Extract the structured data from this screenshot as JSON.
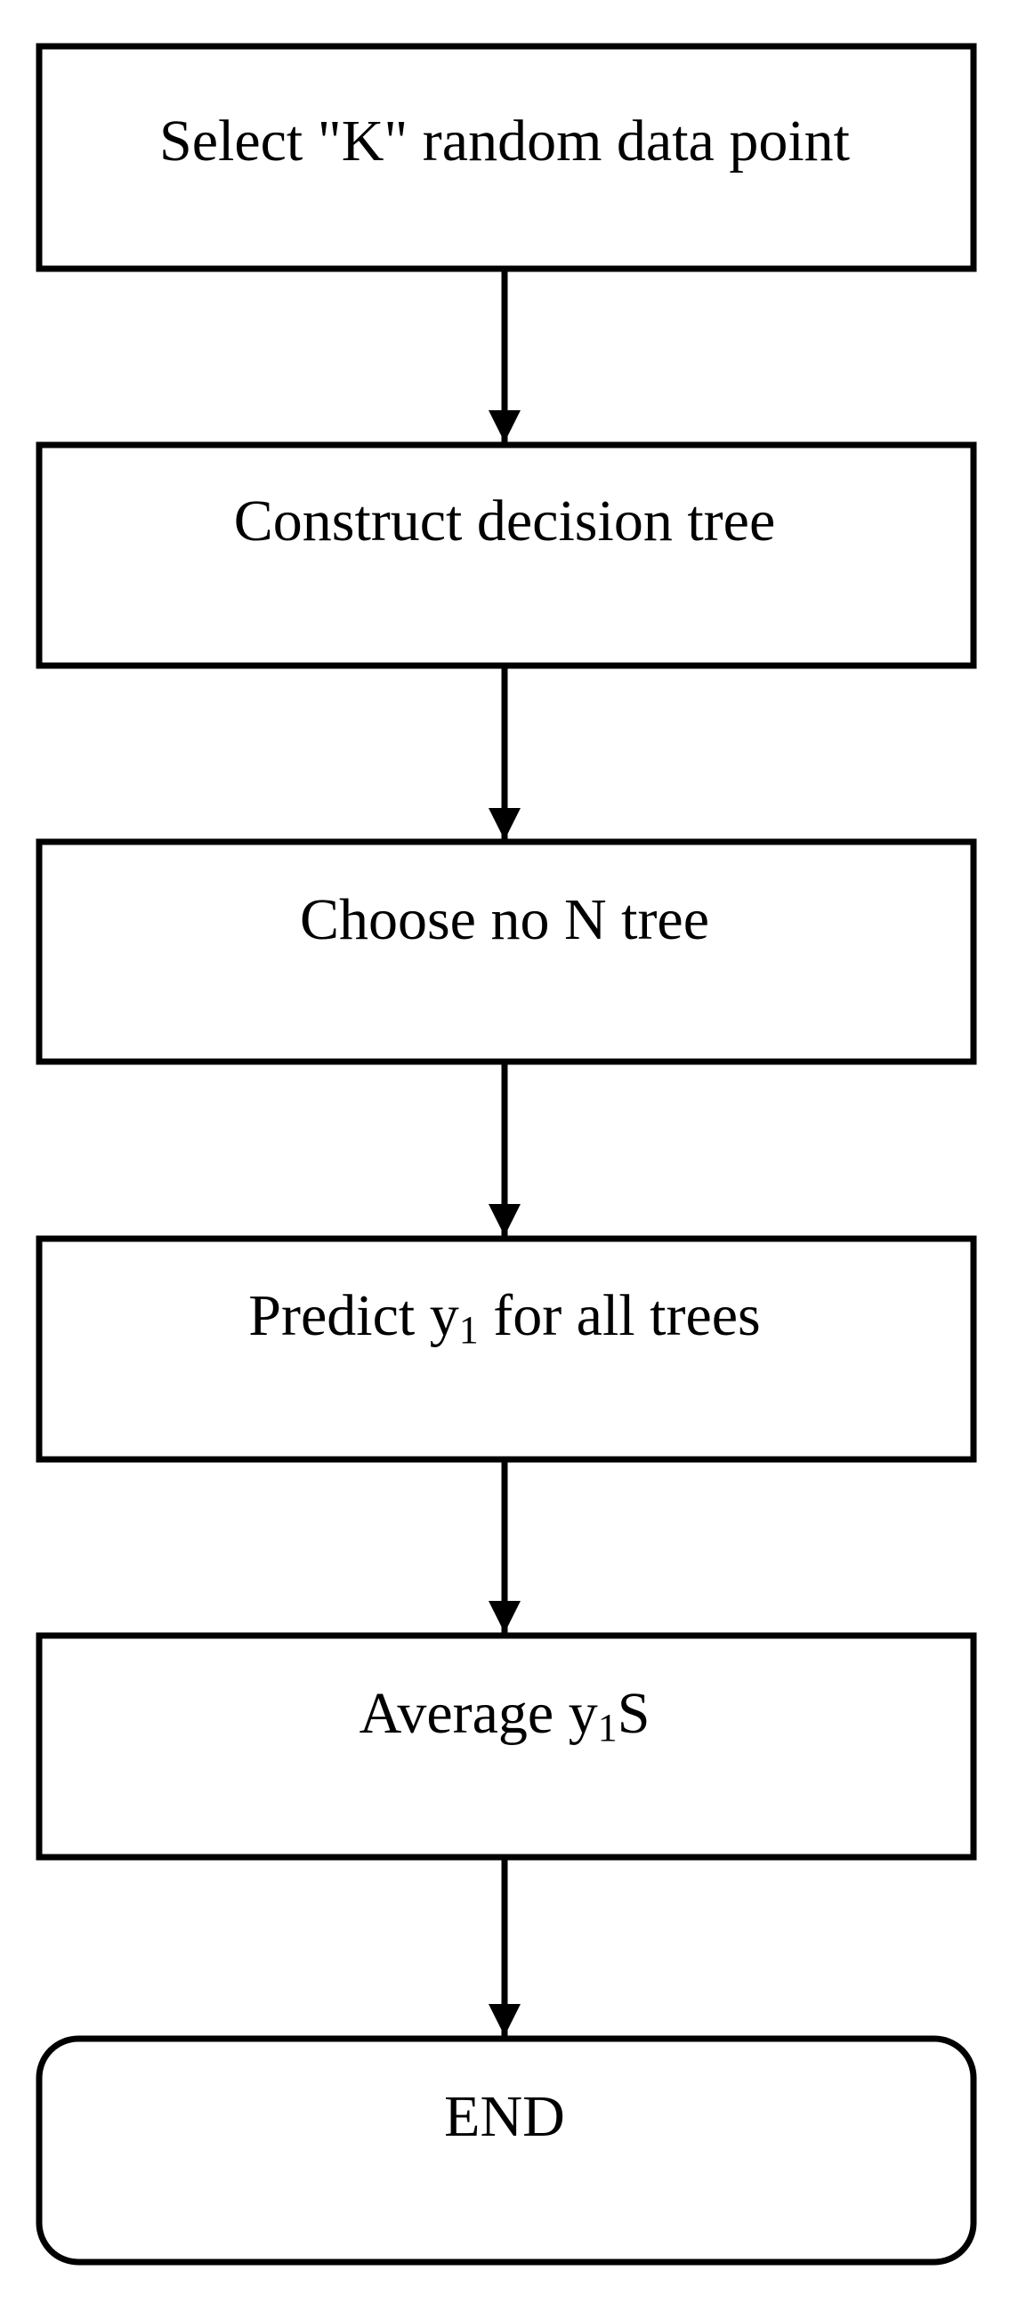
{
  "diagram": {
    "type": "flowchart",
    "direction": "top-to-bottom",
    "colors": {
      "stroke": "#000000",
      "fill": "#ffffff",
      "text": "#000000"
    },
    "nodes": [
      {
        "id": "step-1",
        "shape": "rectangle",
        "text_main": "Select \"K\" random data point"
      },
      {
        "id": "step-2",
        "shape": "rectangle",
        "text_main": "Construct decision tree"
      },
      {
        "id": "step-3",
        "shape": "rectangle",
        "text_main": "Choose no N tree"
      },
      {
        "id": "step-4",
        "shape": "rectangle",
        "text_pre": "Predict y",
        "text_sub": "1",
        "text_post": " for all trees"
      },
      {
        "id": "step-5",
        "shape": "rectangle",
        "text_pre": "Average y",
        "text_sub": "1",
        "text_post": "S"
      },
      {
        "id": "end",
        "shape": "rounded-rectangle",
        "text_main": "END"
      }
    ],
    "edges": [
      {
        "from": "step-1",
        "to": "step-2"
      },
      {
        "from": "step-2",
        "to": "step-3"
      },
      {
        "from": "step-3",
        "to": "step-4"
      },
      {
        "from": "step-4",
        "to": "step-5"
      },
      {
        "from": "step-5",
        "to": "end"
      }
    ]
  }
}
